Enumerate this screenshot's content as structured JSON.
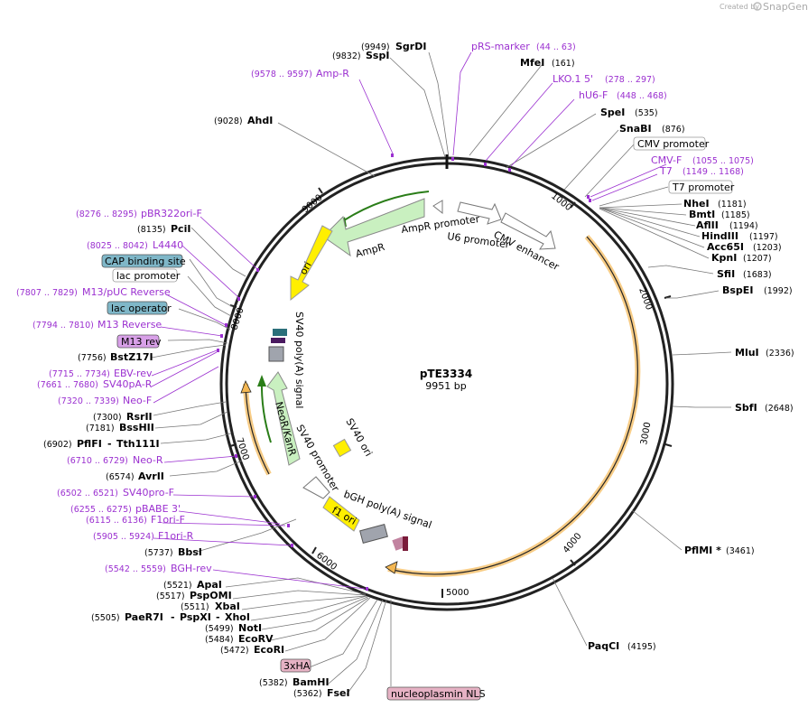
{
  "app": {
    "credit_small": "Created by",
    "credit_brand": "SnapGene"
  },
  "plasmid": {
    "name": "pTE3334",
    "length_label": "9951 bp"
  },
  "ticks": [
    "1000",
    "2000",
    "3000",
    "4000",
    "5000",
    "6000",
    "7000",
    "9000"
  ],
  "sites_top": [
    {
      "pos": "(9949)",
      "name": "SgrDI"
    },
    {
      "pos": "(9832)",
      "name": "SspI"
    },
    {
      "pos": "(9028)",
      "name": "AhdI"
    },
    {
      "pos": "(161)",
      "name": "MfeI"
    },
    {
      "pos": "(535)",
      "name": "SpeI"
    },
    {
      "pos": "(876)",
      "name": "SnaBI"
    }
  ],
  "primers_top": [
    {
      "label": "pRS-marker",
      "range": "(44 .. 63)"
    },
    {
      "label": "LKO.1 5'",
      "range": "(278 .. 297)"
    },
    {
      "label": "hU6-F",
      "range": "(448 .. 468)"
    },
    {
      "label": "Amp-R",
      "range": "(9578 .. 9597)"
    }
  ],
  "right": {
    "cmv_promoter": "CMV promoter",
    "cmv_f_label": "CMV-F",
    "cmv_f_range": "(1055 .. 1075)",
    "t7_label": "T7",
    "t7_range": "(1149 .. 1168)",
    "t7_promoter": "T7 promoter",
    "sites": [
      {
        "name": "NheI",
        "pos": "(1181)"
      },
      {
        "name": "BmtI",
        "pos": "(1185)"
      },
      {
        "name": "AflII",
        "pos": "(1194)"
      },
      {
        "name": "HindIII",
        "pos": "(1197)"
      },
      {
        "name": "Acc65I",
        "pos": "(1203)"
      },
      {
        "name": "KpnI",
        "pos": "(1207)"
      },
      {
        "name": "SfiI",
        "pos": "(1683)"
      },
      {
        "name": "BspEI",
        "pos": "(1992)"
      },
      {
        "name": "MluI",
        "pos": "(2336)"
      },
      {
        "name": "SbfI",
        "pos": "(2648)"
      },
      {
        "name": "PflMI *",
        "pos": "(3461)"
      },
      {
        "name": "PaqCI",
        "pos": "(4195)"
      }
    ]
  },
  "left": {
    "pbr_label": "pBR322ori-F",
    "pbr_range": "(8276 .. 8295)",
    "pcii_pos": "(8135)",
    "pcii_name": "PciI",
    "l4440_label": "L4440",
    "l4440_range": "(8025 .. 8042)",
    "cap": "CAP binding site",
    "lac_promoter": "lac promoter",
    "m13puc_label": "M13/pUC Reverse",
    "m13puc_range": "(7807 .. 7829)",
    "lac_operator": "lac operator",
    "m13rev_label": "M13 Reverse",
    "m13rev_range": "(7794 .. 7810)",
    "m13rev_box": "M13 rev",
    "bstz_pos": "(7756)",
    "bstz_name": "BstZ17I",
    "ebv_label": "EBV-rev",
    "ebv_range": "(7715 .. 7734)",
    "sv40pa_label": "SV40pA-R",
    "sv40pa_range": "(7661 .. 7680)",
    "neof_label": "Neo-F",
    "neof_range": "(7320 .. 7339)",
    "rsrii_pos": "(7300)",
    "rsrii_name": "RsrII",
    "bsshii_pos": "(7181)",
    "bsshii_name": "BssHII",
    "pflfi_pos": "(6902)",
    "pflfi_name": "PflFI",
    "tth_name": "Tth111I",
    "neor_label": "Neo-R",
    "neor_range": "(6710 .. 6729)",
    "avrii_pos": "(6574)",
    "avrii_name": "AvrII",
    "sv40pro_label": "SV40pro-F",
    "sv40pro_range": "(6502 .. 6521)",
    "pbabe_label": "pBABE 3'",
    "pbabe_range": "(6255 .. 6275)",
    "f1orif_label": "F1ori-F",
    "f1orif_range": "(6115 .. 6136)",
    "f1orir_label": "F1ori-R",
    "f1orir_range": "(5905 .. 5924)",
    "bbsi_pos": "(5737)",
    "bbsi_name": "BbsI",
    "bghrev_label": "BGH-rev",
    "bghrev_range": "(5542 .. 5559)"
  },
  "bottom": {
    "apai_pos": "(5521)",
    "apai_name": "ApaI",
    "psp_pos": "(5517)",
    "psp_name": "PspOMI",
    "xbai_pos": "(5511)",
    "xbai_name": "XbaI",
    "paer_pos": "(5505)",
    "paer_name": "PaeR7I",
    "pspxi_name": "PspXI",
    "xhoi_name": "XhoI",
    "noti_pos": "(5499)",
    "noti_name": "NotI",
    "ecorv_pos": "(5484)",
    "ecorv_name": "EcoRV",
    "ecori_pos": "(5472)",
    "ecori_name": "EcoRI",
    "hax3": "3xHA",
    "bamhi_pos": "(5382)",
    "bamhi_name": "BamHI",
    "fsei_pos": "(5362)",
    "fsei_name": "FseI",
    "nls": "nucleoplasmin NLS"
  },
  "features": {
    "ampr": "AmpR",
    "ampr_promoter": "AmpR promoter",
    "u6_promoter": "U6 promoter",
    "cmv_enhancer": "CMV enhancer",
    "ori": "ori",
    "sv40_polya": "SV40 poly(A) signal",
    "neor_kanr": "NeoR/KanR",
    "sv40_promoter": "SV40 promoter",
    "sv40_ori": "SV40 ori",
    "bgh_polya": "bGH poly(A) signal",
    "f1_ori": "f1 ori"
  },
  "colors": {
    "backbone": "#222222",
    "ampr_green": "#c9f0c0",
    "ori_yellow": "#ffef00",
    "orf_orange": "#f4b752",
    "primer_purple": "#9b30d0",
    "feature_gray": "#a0a4ad",
    "lac_operator_teal": "#7fb7c8",
    "m13_box": "#d8a0e8",
    "nls_pink": "#e6b2c4"
  }
}
